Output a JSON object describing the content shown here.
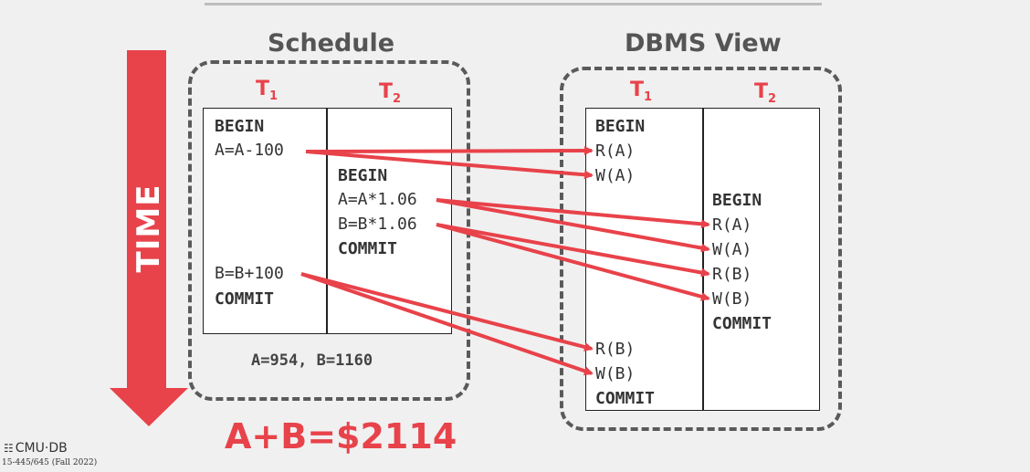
{
  "time_label": "TIME",
  "schedule": {
    "title": "Schedule",
    "t1_label": "T",
    "t1_sub": "1",
    "t2_label": "T",
    "t2_sub": "2",
    "t1_ops": [
      "BEGIN",
      "A=A-100",
      "B=B+100",
      "COMMIT"
    ],
    "t2_ops": [
      "BEGIN",
      "A=A*1.06",
      "B=B*1.06",
      "COMMIT"
    ],
    "result": "A=954, B=1160"
  },
  "dbms_view": {
    "title": "DBMS View",
    "t1_label": "T",
    "t1_sub": "1",
    "t2_label": "T",
    "t2_sub": "2",
    "t1_ops": [
      "BEGIN",
      "R(A)",
      "W(A)",
      "R(B)",
      "W(B)",
      "COMMIT"
    ],
    "t2_ops": [
      "BEGIN",
      "R(A)",
      "W(A)",
      "R(B)",
      "W(B)",
      "COMMIT"
    ]
  },
  "sum_result": "A+B=$2114",
  "footer": {
    "logo": "CMU·DB",
    "course": "15-445/645 (Fall 2022)"
  },
  "colors": {
    "accent": "#e8424a",
    "title_gray": "#555555",
    "dash_border": "#5a5a5a",
    "background": "#f0f0f0"
  },
  "icons": [
    "database-icon"
  ]
}
